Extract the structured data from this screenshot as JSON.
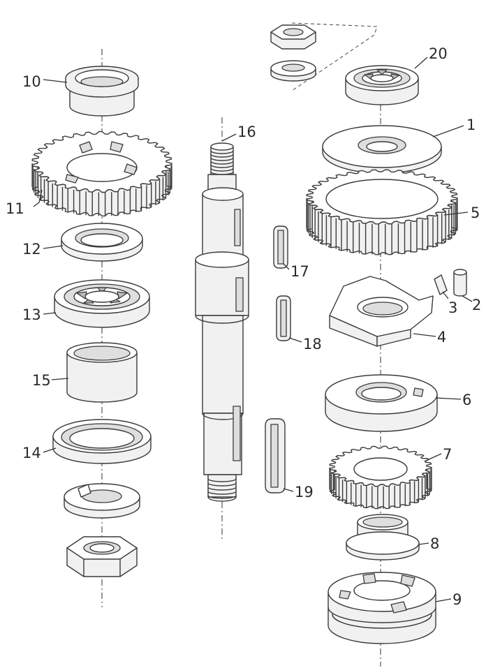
{
  "labels": {
    "l1": "1",
    "l2": "2",
    "l3": "3",
    "l4": "4",
    "l5": "5",
    "l6": "6",
    "l7": "7",
    "l8": "8",
    "l9": "9",
    "l10": "10",
    "l11": "11",
    "l12": "12",
    "l13": "13",
    "l14": "14",
    "l15": "15",
    "l16": "16",
    "l17": "17",
    "l18": "18",
    "l19": "19",
    "l20": "20"
  },
  "colors": {
    "line": "#3a3a3a",
    "background": "#ffffff",
    "shade": "#dedede"
  }
}
